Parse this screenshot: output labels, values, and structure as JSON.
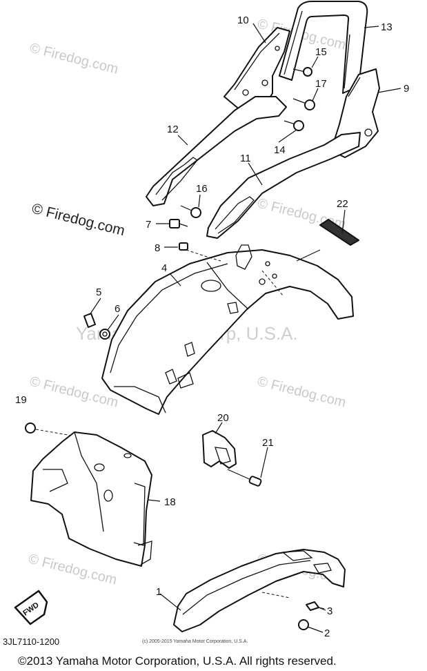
{
  "watermarks": {
    "firedog": "© Firedog.com",
    "yamaha": "Yamaha Motor Corp, U.S.A."
  },
  "callouts": [
    "1",
    "2",
    "3",
    "4",
    "5",
    "6",
    "7",
    "8",
    "9",
    "10",
    "11",
    "12",
    "13",
    "14",
    "15",
    "16",
    "17",
    "18",
    "19",
    "20",
    "21",
    "22"
  ],
  "fwd_label": "FWD",
  "diagram_code": "3JL7110-1200",
  "small_copyright": "(c) 2005-2015 Yamaha Motor Corporation, U.S.A.",
  "footer": "©2013 Yamaha Motor Corporation, U.S.A. All rights reserved."
}
